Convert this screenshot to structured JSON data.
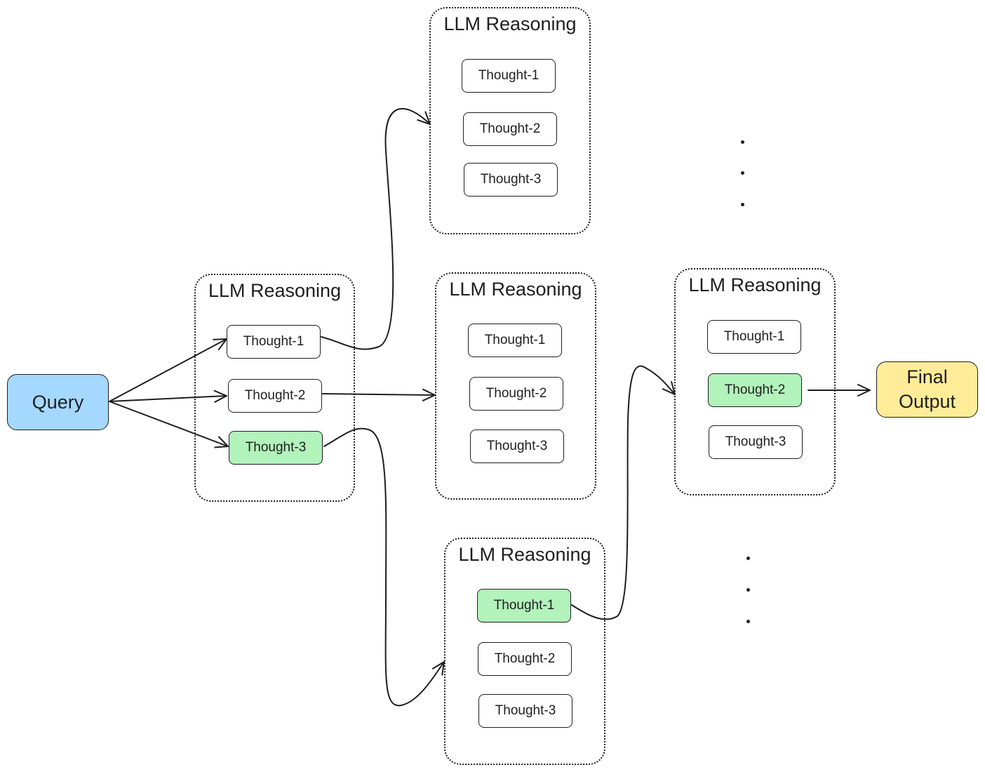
{
  "query": {
    "label": "Query"
  },
  "final_output": {
    "label_line1": "Final",
    "label_line2": "Output"
  },
  "groups": {
    "g1": {
      "title": "LLM Reasoning",
      "thoughts": [
        "Thought-1",
        "Thought-2",
        "Thought-3"
      ]
    },
    "top": {
      "title": "LLM Reasoning",
      "thoughts": [
        "Thought-1",
        "Thought-2",
        "Thought-3"
      ]
    },
    "mid": {
      "title": "LLM Reasoning",
      "thoughts": [
        "Thought-1",
        "Thought-2",
        "Thought-3"
      ]
    },
    "bottom": {
      "title": "LLM Reasoning",
      "thoughts": [
        "Thought-1",
        "Thought-2",
        "Thought-3"
      ]
    },
    "right": {
      "title": "LLM Reasoning",
      "thoughts": [
        "Thought-1",
        "Thought-2",
        "Thought-3"
      ]
    }
  },
  "highlighted": {
    "g1": "Thought-3",
    "bottom": "Thought-1",
    "right": "Thought-2"
  },
  "colors": {
    "query": "#a5d8ff",
    "final_output": "#ffec99",
    "selected_thought": "#b2f2bb",
    "stroke": "#1e1e1e"
  }
}
